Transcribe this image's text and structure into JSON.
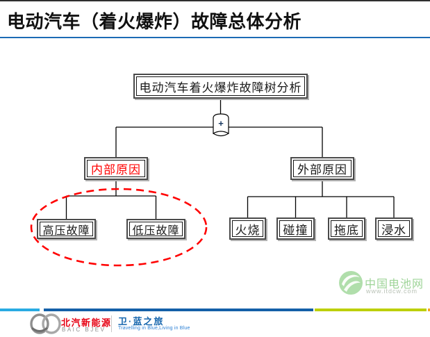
{
  "slide": {
    "title": "电动汽车（着火爆炸）故障总体分析"
  },
  "tree": {
    "root_label": "电动汽车着火爆炸故障树分析",
    "gate_symbol": "+",
    "internal_label": "内部原因",
    "external_label": "外部原因",
    "internal_children": [
      "高压故障",
      "低压故障"
    ],
    "external_children": [
      "火烧",
      "碰撞",
      "拖底",
      "浸水"
    ]
  },
  "footer": {
    "baic_name_cn": "北汽新能源",
    "baic_name_en": "BAIC BJEV",
    "slogan_cn": "卫·蓝之旅",
    "slogan_en": "Travelling in Blue,Living in Blue"
  },
  "watermark": {
    "name": "中国电池网",
    "url": "www.itdcw.com"
  },
  "colors": {
    "title_underline": "#1b6bb5",
    "tree_line": "#000000",
    "highlight_red": "#ff0000",
    "internal_text_red": "#ff0000",
    "gate_plus": "#17375e",
    "footer_cyan": "#29abe2",
    "footer_blue": "#1460a8",
    "footer_green": "#bccf00",
    "footer_orange": "#f5a623",
    "baic_red": "#e60012",
    "slogan_blue": "#1565ad",
    "watermark_green": "#9ed498"
  }
}
